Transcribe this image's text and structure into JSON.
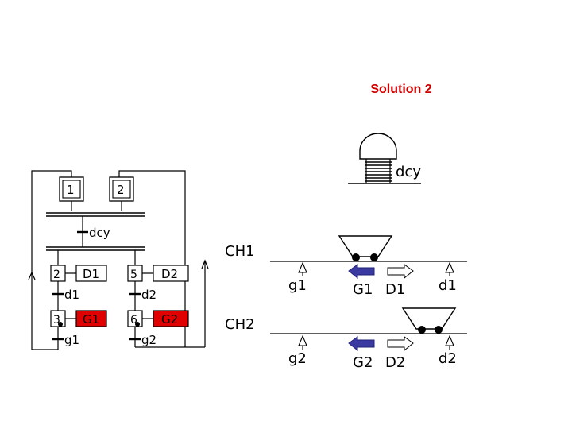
{
  "title": "Solution 2",
  "grafcet": {
    "initial_steps": [
      "1",
      "2"
    ],
    "sync_condition": "dcy",
    "left_branch": {
      "steps": [
        {
          "number": "2",
          "action": "D1",
          "transition": "d1"
        },
        {
          "number": "3",
          "action": "G1",
          "transition": "g1",
          "active": true
        }
      ]
    },
    "right_branch": {
      "steps": [
        {
          "number": "5",
          "action": "D2",
          "transition": "d2"
        },
        {
          "number": "6",
          "action": "G2",
          "transition": "g2",
          "active": true
        }
      ]
    }
  },
  "push_button": {
    "label": "dcy"
  },
  "track1": {
    "label": "CH1",
    "sensors": {
      "left": "g1",
      "right": "d1"
    },
    "actions": {
      "left": "G1",
      "right": "D1"
    }
  },
  "track2": {
    "label": "CH2",
    "sensors": {
      "left": "g2",
      "right": "d2"
    },
    "actions": {
      "left": "G2",
      "right": "D2"
    }
  },
  "colors": {
    "title": "#cc0000",
    "active_action": "#e00000",
    "left_arrow": "#3a3aa0",
    "ink": "#000000"
  }
}
